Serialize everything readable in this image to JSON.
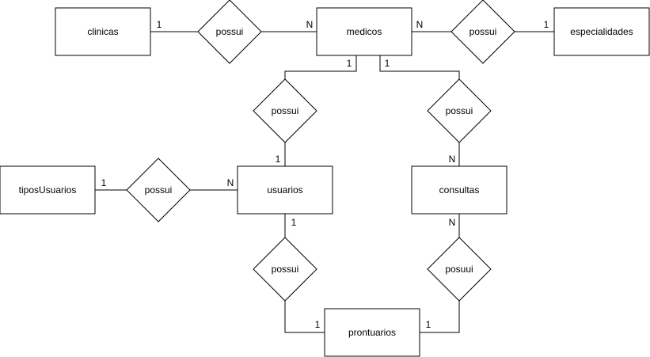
{
  "entities": {
    "clinicas": "clinicas",
    "medicos": "medicos",
    "especialidades": "especialidades",
    "tiposUsuarios": "tiposUsuarios",
    "usuarios": "usuarios",
    "consultas": "consultas",
    "prontuarios": "prontuarios"
  },
  "relationships": {
    "clinicas_medicos": "possui",
    "medicos_especialidades": "possui",
    "medicos_usuarios": "possui",
    "medicos_consultas": "possui",
    "tipos_usuarios": "possui",
    "usuarios_prontuarios": "possui",
    "consultas_prontuarios": "posuui"
  },
  "cardinalities": {
    "clinicas_side": "1",
    "medicos_left": "N",
    "medicos_right": "N",
    "especialidades_side": "1",
    "medicos_bottom_left": "1",
    "medicos_bottom_right": "1",
    "usuarios_top": "1",
    "consultas_top": "N",
    "tipos_side": "1",
    "usuarios_left": "N",
    "usuarios_bottom": "1",
    "consultas_bottom": "N",
    "prontuarios_left": "1",
    "prontuarios_right": "1"
  }
}
